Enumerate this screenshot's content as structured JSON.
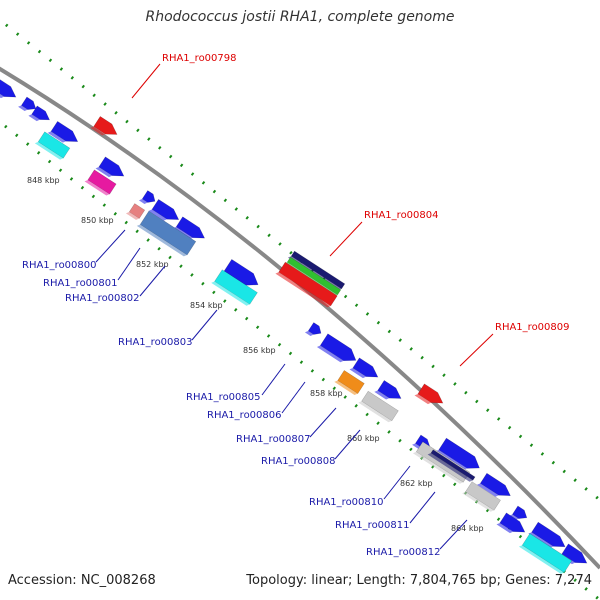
{
  "title": "Rhodococcus jostii RHA1, complete genome",
  "footer": {
    "accession": "Accession: NC_008268",
    "topology": "Topology: linear; Length: 7,804,765 bp; Genes: 7,274"
  },
  "ticks": [
    "848 kbp",
    "850 kbp",
    "852 kbp",
    "854 kbp",
    "856 kbp",
    "858 kbp",
    "860 kbp",
    "862 kbp",
    "864 kbp"
  ],
  "forward_labels": [
    "RHA1_ro00798",
    "RHA1_ro00804",
    "RHA1_ro00809"
  ],
  "reverse_labels": [
    "RHA1_ro00800",
    "RHA1_ro00801",
    "RHA1_ro00802",
    "RHA1_ro00803",
    "RHA1_ro00805",
    "RHA1_ro00806",
    "RHA1_ro00807",
    "RHA1_ro00808",
    "RHA1_ro00810",
    "RHA1_ro00811",
    "RHA1_ro00812"
  ],
  "colors": {
    "forward_label": "#dd0000",
    "reverse_label": "#1a1aa8",
    "gene_blue": "#1a1ae6",
    "gene_red": "#e61a1a",
    "gene_cyan": "#1ae6e6",
    "gene_magenta": "#e61aa0",
    "gene_pink": "#e68080",
    "gene_steel": "#5080c0",
    "gene_orange": "#f08c1a",
    "gene_gray": "#c8c8c8",
    "gene_green": "#30c030",
    "gene_navy": "#1a1a70",
    "backbone": "#888888",
    "dots": "#1a8a1a"
  }
}
